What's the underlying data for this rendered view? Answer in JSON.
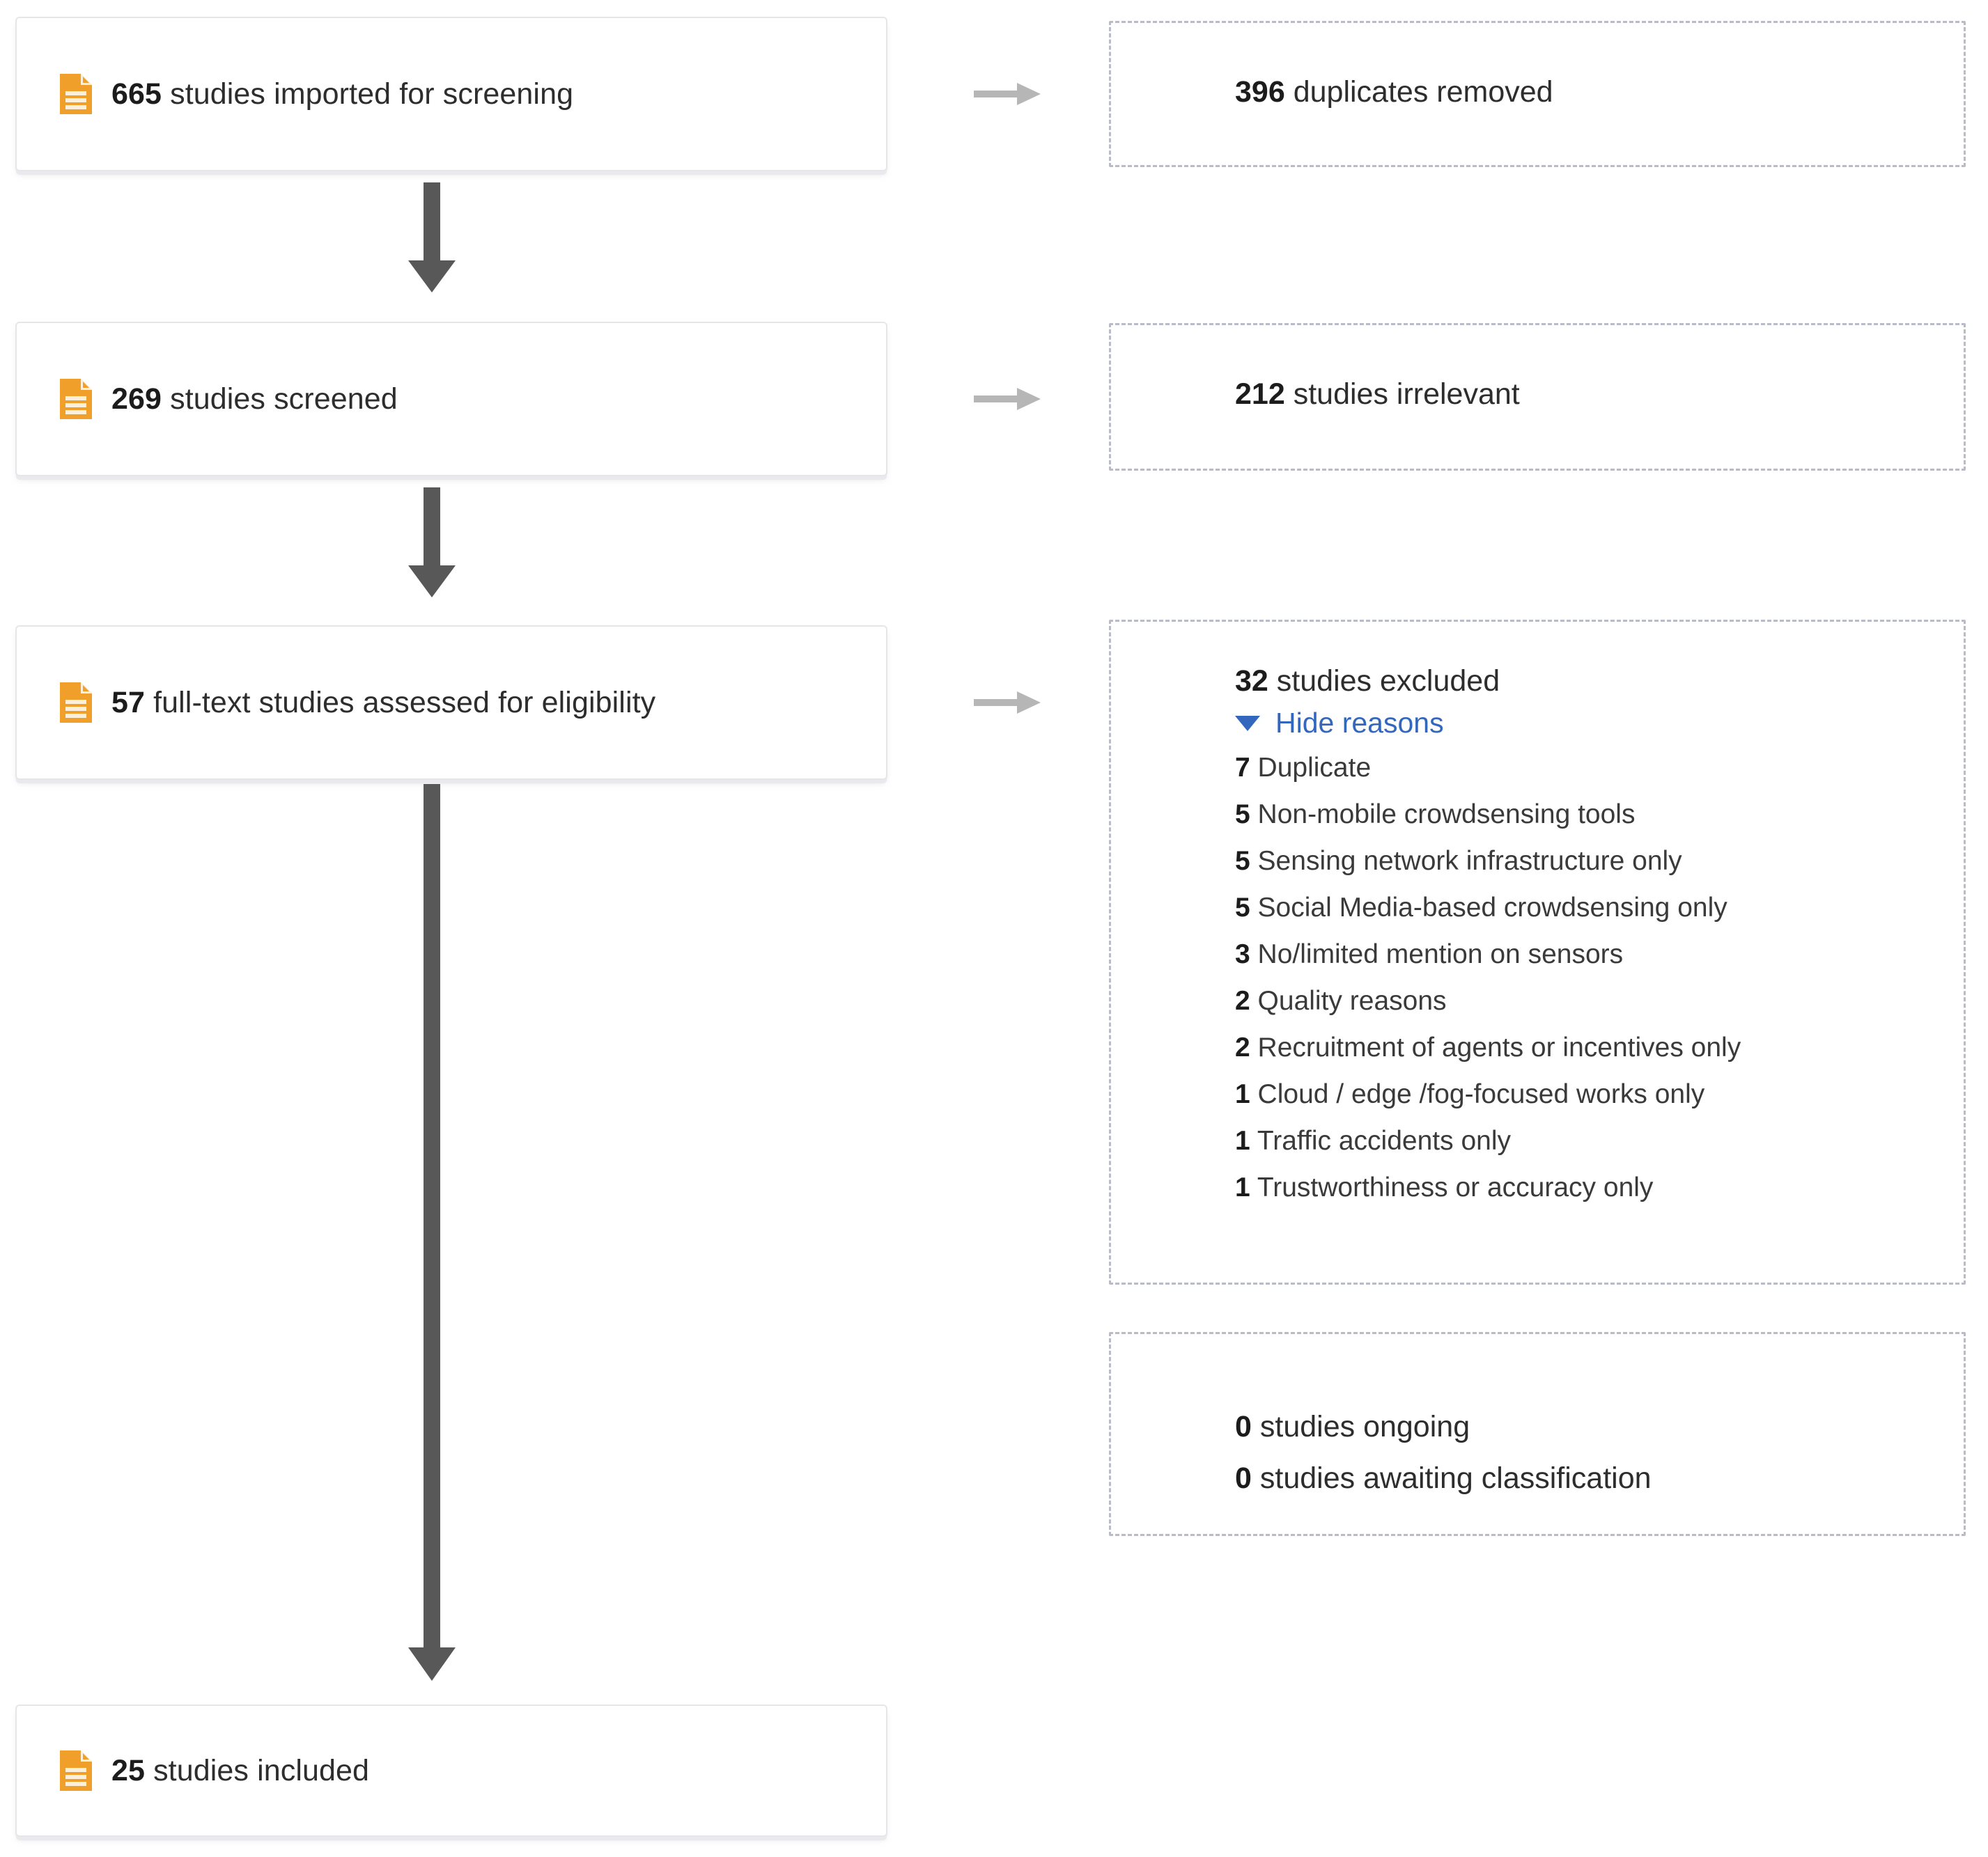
{
  "flow": {
    "nodes": [
      {
        "id": "imported",
        "count": "665",
        "label": "studies imported for screening",
        "icon": "document-icon"
      },
      {
        "id": "screened",
        "count": "269",
        "label": "studies screened",
        "icon": "document-icon"
      },
      {
        "id": "fulltext",
        "count": "57",
        "label": "full-text studies assessed for eligibility",
        "icon": "document-icon"
      },
      {
        "id": "included",
        "count": "25",
        "label": "studies included",
        "icon": "document-icon"
      }
    ],
    "side_boxes": [
      {
        "id": "duplicates",
        "count": "396",
        "label": "duplicates removed"
      },
      {
        "id": "irrelevant",
        "count": "212",
        "label": "studies irrelevant"
      }
    ],
    "excluded": {
      "count": "32",
      "label": "studies excluded",
      "toggle_label": "Hide reasons",
      "toggle_icon": "triangle-down-icon",
      "toggle_color": "#3267bd",
      "reasons": [
        {
          "count": "7",
          "label": "Duplicate"
        },
        {
          "count": "5",
          "label": "Non-mobile crowdsensing tools"
        },
        {
          "count": "5",
          "label": "Sensing network infrastructure only"
        },
        {
          "count": "5",
          "label": "Social Media-based crowdsensing only"
        },
        {
          "count": "3",
          "label": "No/limited mention on sensors"
        },
        {
          "count": "2",
          "label": "Quality reasons"
        },
        {
          "count": "2",
          "label": "Recruitment of agents or incentives only"
        },
        {
          "count": "1",
          "label": "Cloud / edge /fog-focused works only"
        },
        {
          "count": "1",
          "label": "Traffic accidents only"
        },
        {
          "count": "1",
          "label": "Trustworthiness or accuracy only"
        }
      ]
    },
    "status": {
      "lines": [
        {
          "count": "0",
          "label": "studies ongoing"
        },
        {
          "count": "0",
          "label": "studies awaiting classification"
        }
      ]
    },
    "arrows": {
      "right_icon": "arrow-right-icon",
      "down_icon": "arrow-down-icon",
      "right_color": "#b6b6b6",
      "down_color": "#585858"
    },
    "colors": {
      "icon_orange": "#f0a02a",
      "box_border": "#e6e6e8",
      "dashed_border": "#b9bcc6",
      "text": "#2d2d2d",
      "link": "#3267bd"
    }
  }
}
